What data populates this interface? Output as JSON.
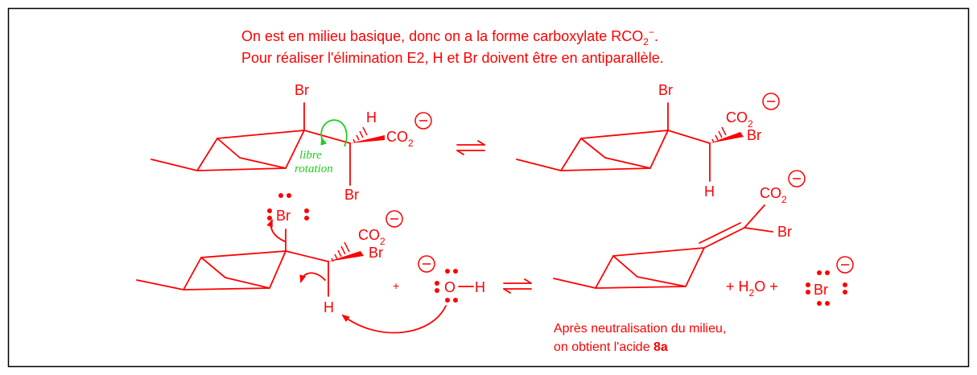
{
  "colors": {
    "ink": "#ff0000",
    "arrow_green": "#22cc22",
    "frame": "#000000"
  },
  "header": {
    "line1": "On est en milieu basique, donc on a la forme carboxylate RCO",
    "line1_sub": "2",
    "line1_sup": "−",
    "line1_end": ".",
    "line2": "Pour réaliser l'élimination E2, H et Br doivent être en antiparallèle."
  },
  "atoms": {
    "br": "Br",
    "h": "H",
    "co": "CO",
    "sub2": "2",
    "o": "O",
    "plus": "+",
    "h2o_h": "H",
    "h2o_o": "O"
  },
  "rotation": {
    "line1": "libre",
    "line2": "rotation"
  },
  "charge_symbol": "−",
  "conclusion": {
    "line1": "Après neutralisation du milieu,",
    "line2_prefix": "on obtient l'acide ",
    "compound": "8a"
  }
}
